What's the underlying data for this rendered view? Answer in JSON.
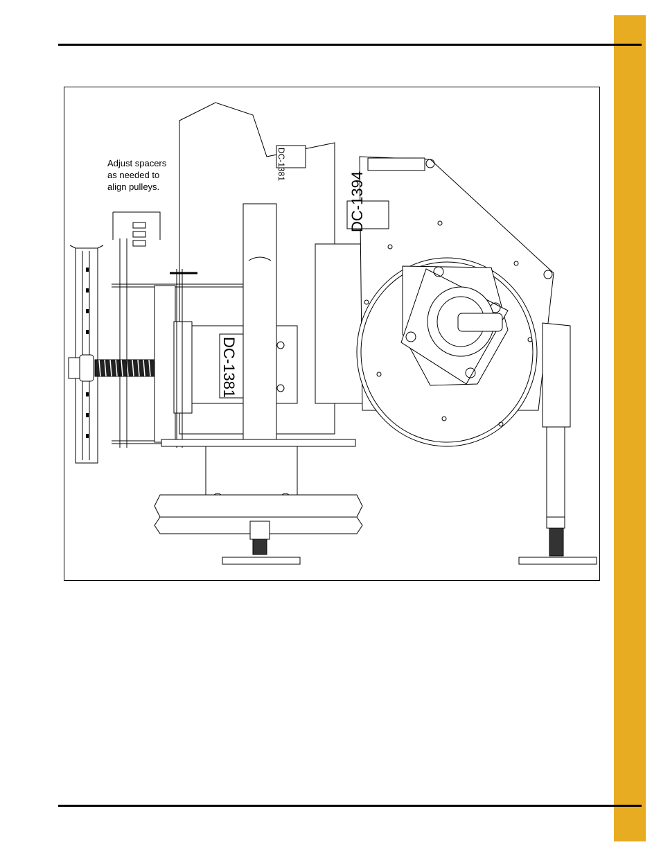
{
  "page": {
    "accent_color": "#e8ac22"
  },
  "figure": {
    "callout_lines": [
      "Adjust spacers",
      "as needed to",
      "align pulleys."
    ],
    "part_labels": [
      "DC-1381",
      "DC-1394",
      "DC-1381"
    ]
  }
}
